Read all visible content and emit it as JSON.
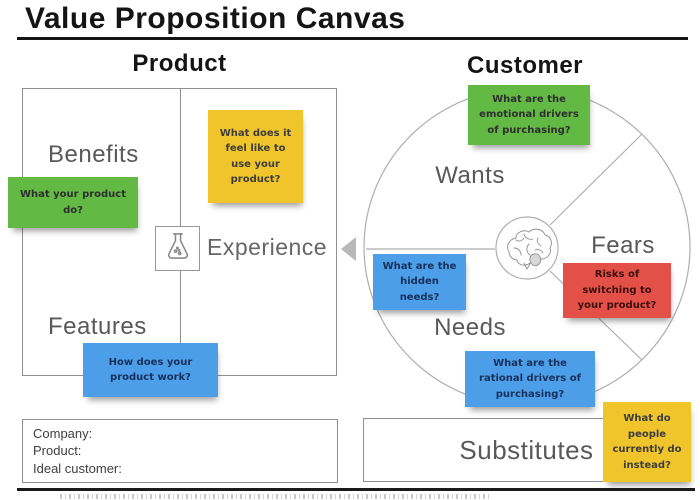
{
  "title": "Value Proposition Canvas",
  "sections": {
    "product": {
      "header": "Product",
      "benefits_label": "Benefits",
      "features_label": "Features",
      "experience_label": "Experience"
    },
    "customer": {
      "header": "Customer",
      "wants_label": "Wants",
      "fears_label": "Fears",
      "needs_label": "Needs",
      "substitutes_label": "Substitutes"
    }
  },
  "notes": {
    "product_benefits": {
      "text": "What your product do?",
      "color": "#62b944"
    },
    "product_experience": {
      "text": "What does it feel like to use your product?",
      "color": "#f0c52c"
    },
    "product_features": {
      "text": "How does your product work?",
      "color": "#4d9ee8"
    },
    "customer_wants": {
      "text": "What are the emotional drivers of purchasing?",
      "color": "#62b944"
    },
    "customer_hidden_needs": {
      "text": "What are the hidden needs?",
      "color": "#4d9ee8"
    },
    "customer_fears": {
      "text": "Risks of switching to your product?",
      "color": "#e25048"
    },
    "customer_rational": {
      "text": "What are the rational drivers of purchasing?",
      "color": "#4d9ee8"
    },
    "customer_substitutes": {
      "text": "What do people currently do instead?",
      "color": "#f0c52c"
    }
  },
  "info_box": {
    "company_label": "Company:",
    "product_label": "Product:",
    "ideal_customer_label": "Ideal customer:"
  },
  "icons": {
    "flask": "experiment-flask",
    "brain": "customer-mind",
    "arrow_left": "connector-arrow-left"
  },
  "colors": {
    "note_green": "#62b944",
    "note_yellow": "#f0c52c",
    "note_blue": "#4d9ee8",
    "note_red": "#e25048",
    "label_gray": "#595959",
    "ink_black": "#141414",
    "line_gray": "#8f8f8f"
  }
}
